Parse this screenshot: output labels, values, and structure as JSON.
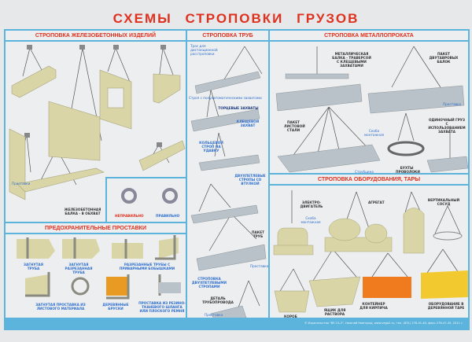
{
  "title": "СХЕМЫ СТРОПОВКИ ГРУЗОВ",
  "colors": {
    "accent_red": "#e0301e",
    "frame_blue": "#5cb3dc",
    "concrete": "#d9d5a6",
    "steel": "#b9c2c8",
    "label_blue": "#2f6fd0"
  },
  "concrete": {
    "header": "СТРОПОВКА ЖЕЛЕЗОБЕТОННЫХ ИЗДЕЛИЙ",
    "spacers": "Проставки",
    "beam": "Железобетонная балка - в обхват",
    "wrong": "НЕПРАВИЛЬНО",
    "right": "ПРАВИЛЬНО"
  },
  "pads": {
    "header": "ПРЕДОХРАНИТЕЛЬНЫЕ ПРОСТАВКИ",
    "items": [
      "Загнутая труба",
      "Загнутая разрезанная труба",
      "Разрезанные трубы с приварными бобышками",
      "Загнутая проставка из листового материала",
      "Деревянные бруски",
      "Проставка из резино-тканевого шланга или плоского ремня"
    ]
  },
  "pipes": {
    "header": "СТРОПОВКА ТРУБ",
    "remote": "Трос для дистанционной расстроповки",
    "semi": "Строп с полуавтоматическими захватами",
    "end": "ТОРЦЕВЫЕ ЗАХВАТЫ",
    "tong": "Клещевой захват",
    "ring": "Кольцевой строп на удавку",
    "two_loop": "Двухпетлевые стропы со втулкой",
    "bundle": "Пакет труб",
    "spacer": "Проставка",
    "two_loop_sling": "Строповка двухпетлевыми стропами",
    "detail": "Деталь трубопровода",
    "spacer2": "Проставка"
  },
  "metal": {
    "header": "СТРОПОВКА МЕТАЛЛОПРОКАТА",
    "traverse": "Металлическая балка - траверсой с клещевыми захватами",
    "ibeam": "Пакет двутавровых балок",
    "spacer": "Проставка",
    "sheet": "Пакет листовой стали",
    "shackle": "Скоба монтажная",
    "lumber": "Струбцина",
    "coils": "Бухты проволоки",
    "single": "Одиночный груз с использованием захвата"
  },
  "equipment": {
    "header": "СТРОПОВКА ОБОРУДОВАНИЯ, ТАРЫ",
    "motor": "Электро-двигатель",
    "shackle": "Скоба монтажная",
    "unit": "Агрегат",
    "vessel": "Вертикальный сосуд",
    "box": "Короб",
    "mortar": "Ящик для раствора",
    "brick": "Контейнер для кирпича",
    "crate": "Оборудование в деревянной таре"
  },
  "footer": {
    "copyright": "© Издательство \"ВЕ-ГА-2\", Нижний Новгород, www.vega2.ru, тел. (831) 278-41-40, факс 278-47-45, 2011 г."
  }
}
